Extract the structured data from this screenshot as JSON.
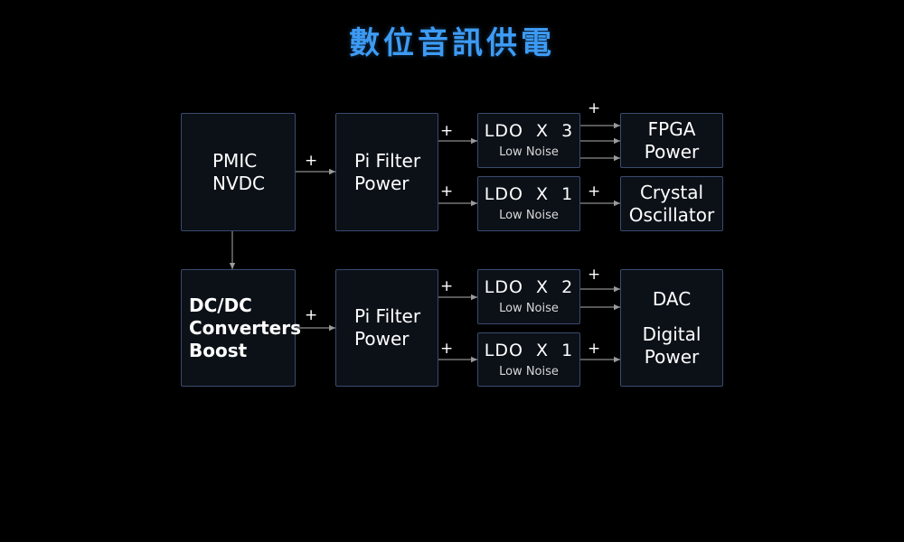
{
  "title": "數位音訊供電",
  "top_row": {
    "pmic": {
      "line1": "PMIC",
      "line2": "NVDC"
    },
    "pi_filter": {
      "line1": "Pi Filter",
      "line2": "Power"
    },
    "ldo_a": {
      "label": "LDO  X  3",
      "sub": "Low Noise"
    },
    "ldo_b": {
      "label": "LDO  X  1",
      "sub": "Low Noise"
    },
    "fpga": {
      "line1": "FPGA",
      "line2": "Power"
    },
    "crystal": {
      "line1": "Crystal",
      "line2": "Oscillator"
    }
  },
  "bottom_row": {
    "dcdc": {
      "line1": "DC/DC",
      "line2": "Converters",
      "line3": "Boost"
    },
    "pi_filter": {
      "line1": "Pi Filter",
      "line2": "Power"
    },
    "ldo_a": {
      "label": "LDO  X  2",
      "sub": "Low Noise"
    },
    "ldo_b": {
      "label": "LDO  X  1",
      "sub": "Low Noise"
    },
    "dac": {
      "line1": "DAC",
      "line2": "Digital",
      "line3": "Power"
    }
  },
  "plus_sign": "+",
  "colors": {
    "title": "#3d9bf5",
    "border": "#3b4a6e",
    "wire": "#8c8c8c",
    "box_bg": "#0c1118"
  }
}
